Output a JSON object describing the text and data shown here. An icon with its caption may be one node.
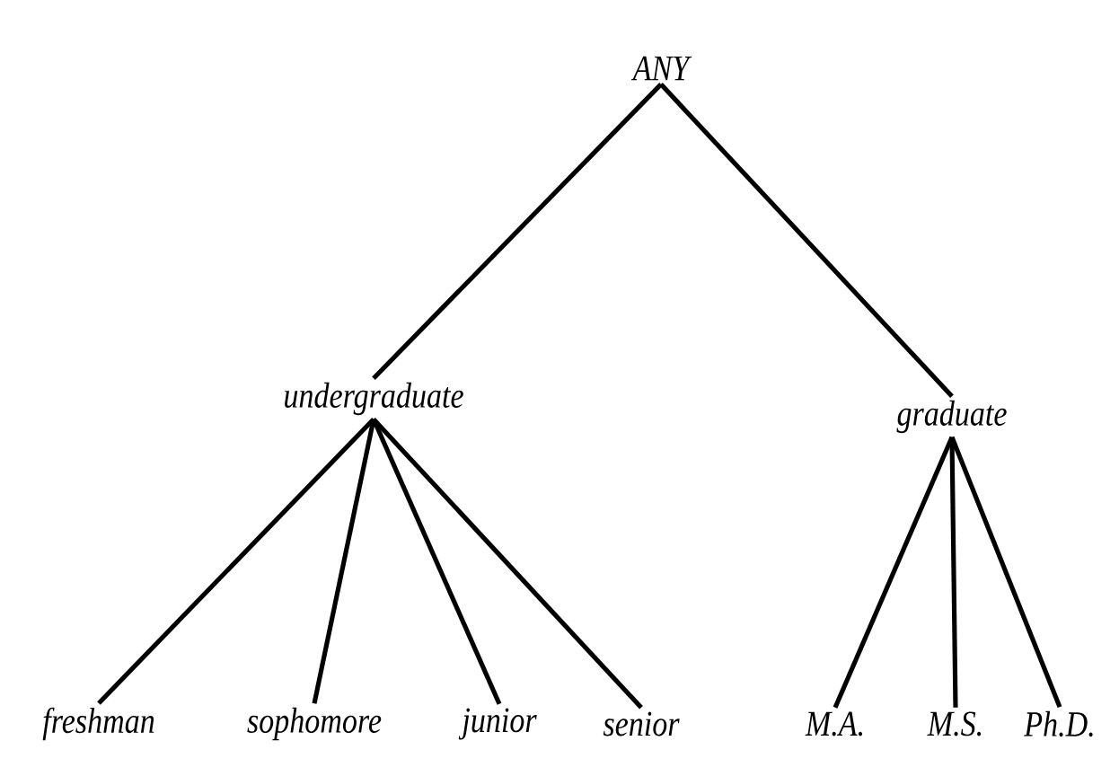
{
  "diagram": {
    "nodes": [
      {
        "text": [
          "ANY"
        ]
      },
      {
        "text": [
          "undergraduate"
        ]
      },
      {
        "text": [
          "graduate"
        ]
      },
      {
        "text": [
          "freshman"
        ]
      },
      {
        "text": [
          "sophomore"
        ]
      },
      {
        "text": [
          "junior"
        ]
      },
      {
        "text": [
          "senior"
        ]
      },
      {
        "text": [
          "M.A."
        ]
      },
      {
        "text": [
          "M.S."
        ]
      },
      {
        "text": [
          "Ph.D."
        ]
      }
    ],
    "edges": [
      {
        "from": 0,
        "to": 1,
        "arrow": "none"
      },
      {
        "from": 0,
        "to": 2,
        "arrow": "none"
      },
      {
        "from": 1,
        "to": 3,
        "arrow": "none"
      },
      {
        "from": 1,
        "to": 4,
        "arrow": "none"
      },
      {
        "from": 1,
        "to": 5,
        "arrow": "none"
      },
      {
        "from": 1,
        "to": 6,
        "arrow": "none"
      },
      {
        "from": 2,
        "to": 7,
        "arrow": "none"
      },
      {
        "from": 2,
        "to": 8,
        "arrow": "none"
      },
      {
        "from": 2,
        "to": 9,
        "arrow": "none"
      }
    ]
  }
}
